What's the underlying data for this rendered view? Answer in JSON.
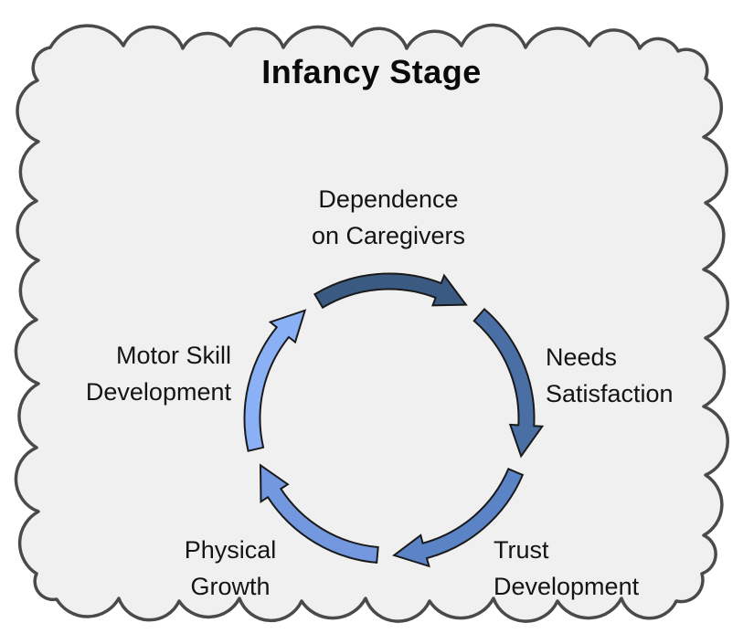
{
  "title": "Infancy Stage",
  "diagram_type": "cycle",
  "colors": {
    "cloud_fill": "#f0f0f0",
    "cloud_stroke": "#4a4a4a",
    "arrow_outline": "#1a1a1a",
    "text": "#141414"
  },
  "cycle": {
    "direction": "clockwise",
    "stages": [
      {
        "label": "Dependence\non Caregivers",
        "position": "top",
        "color": "#3b5a82"
      },
      {
        "label": "Needs\nSatisfaction",
        "position": "right",
        "color": "#4a6fa5"
      },
      {
        "label": "Trust\nDevelopment",
        "position": "bottom-right",
        "color": "#5b84c6"
      },
      {
        "label": "Physical\nGrowth",
        "position": "bottom-left",
        "color": "#7398e0"
      },
      {
        "label": "Motor Skill\nDevelopment",
        "position": "left",
        "color": "#8ab1f5"
      }
    ]
  }
}
